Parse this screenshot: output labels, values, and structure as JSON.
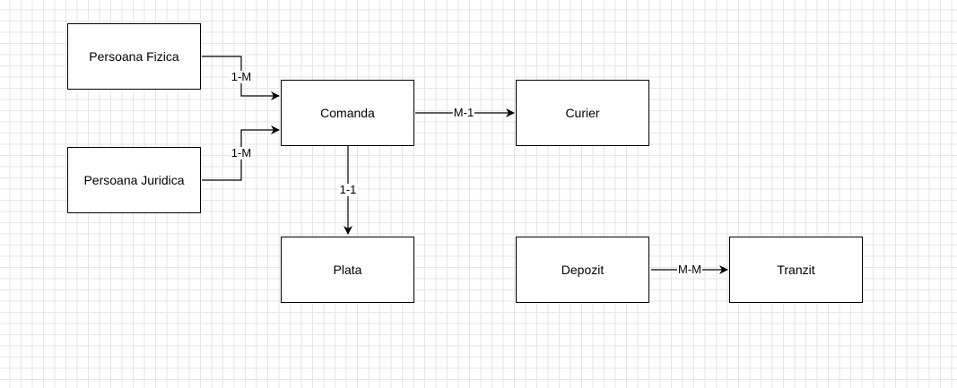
{
  "diagram": {
    "nodes": {
      "persoana_fizica": "Persoana Fizica",
      "persoana_juridica": "Persoana Juridica",
      "comanda": "Comanda",
      "curier": "Curier",
      "plata": "Plata",
      "depozit": "Depozit",
      "tranzit": "Tranzit"
    },
    "edges": {
      "fizica_comanda": "1-M",
      "juridica_comanda": "1-M",
      "comanda_curier": "M-1",
      "comanda_plata": "1-1",
      "depozit_tranzit": "M-M"
    },
    "colors": {
      "stroke": "#000000",
      "grid": "#e6e6e6",
      "background": "#ffffff"
    }
  }
}
